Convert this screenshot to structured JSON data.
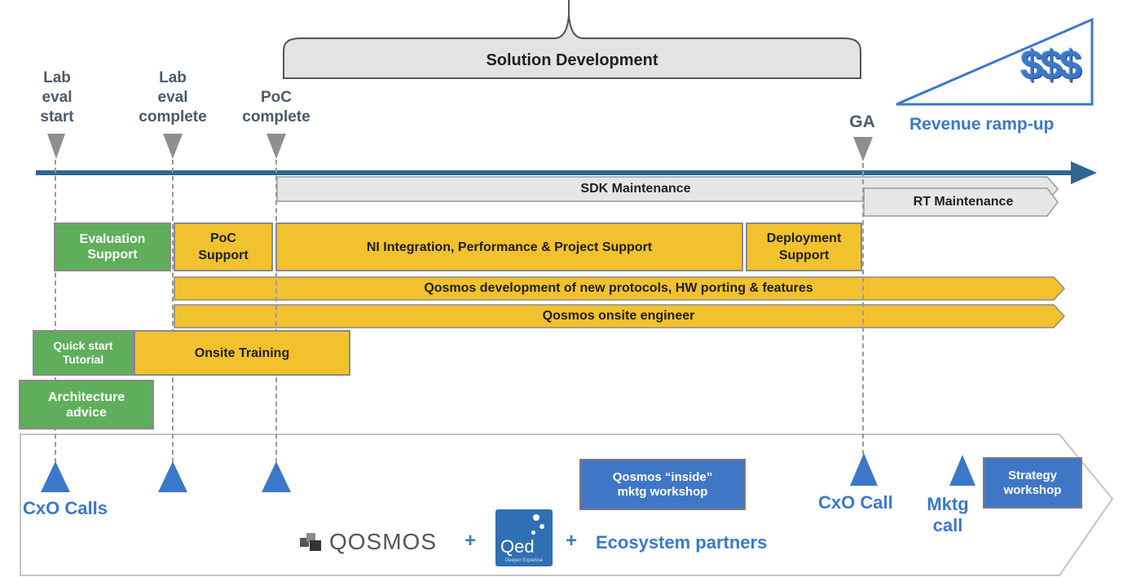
{
  "header": {
    "solution_development": "Solution Development",
    "revenue_currency": "$$$",
    "revenue_label": "Revenue ramp-up"
  },
  "milestones": {
    "lab_eval_start": "Lab\neval\nstart",
    "lab_eval_complete": "Lab\neval\ncomplete",
    "poc_complete": "PoC\ncomplete",
    "ga": "GA"
  },
  "bars": {
    "sdk_maintenance": "SDK Maintenance",
    "rt_maintenance": "RT Maintenance",
    "new_protocols": "Qosmos development of new protocols, HW porting & features",
    "onsite_engineer": "Qosmos onsite engineer"
  },
  "boxes": {
    "evaluation_support": "Evaluation\nSupport",
    "poc_support": "PoC\nSupport",
    "ni_integration": "NI Integration, Performance & Project Support",
    "deployment_support": "Deployment\nSupport",
    "quick_start": "Quick start\nTutorial",
    "onsite_training": "Onsite Training",
    "architecture_advice": "Architecture\nadvice"
  },
  "bottom": {
    "cxo_calls": "CxO Calls",
    "cxo_call": "CxO Call",
    "mktg_call": "Mktg\ncall",
    "inside_workshop": "Qosmos “inside”\nmktg workshop",
    "strategy_workshop": "Strategy\nworkshop",
    "qosmos_logo": "QOSMOS",
    "plus1": "+",
    "qed_logo": "Qed",
    "qed_tagline": "Deeper Expertise",
    "plus2": "+",
    "ecosystem": "Ecosystem partners"
  },
  "colors": {
    "timeline": "#2f6690",
    "green": "#5fae5c",
    "yellow": "#f2c12e",
    "blue": "#3f77c6",
    "milestone_text": "#4a5b6b"
  }
}
